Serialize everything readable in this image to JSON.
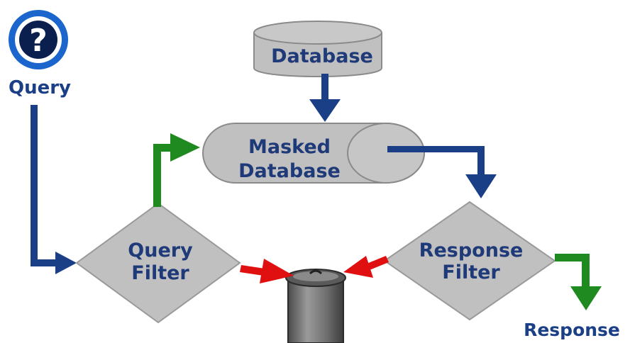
{
  "labels": {
    "query": "Query",
    "database": "Database",
    "masked_database_line1": "Masked",
    "masked_database_line2": "Database",
    "query_filter_line1": "Query",
    "query_filter_line2": "Filter",
    "response_filter_line1": "Response",
    "response_filter_line2": "Filter",
    "response": "Response"
  },
  "icons": {
    "query": "question-mark-icon",
    "discard": "trash-can-icon"
  },
  "colors": {
    "shape_fill": "#c0c0c0",
    "shape_stroke": "#8a8a8a",
    "label_text": "#1f3a78",
    "arrow_blue": "#1a3f86",
    "arrow_green": "#1f8a1f",
    "arrow_red": "#e01010",
    "question_ring": "#1a66cc"
  }
}
